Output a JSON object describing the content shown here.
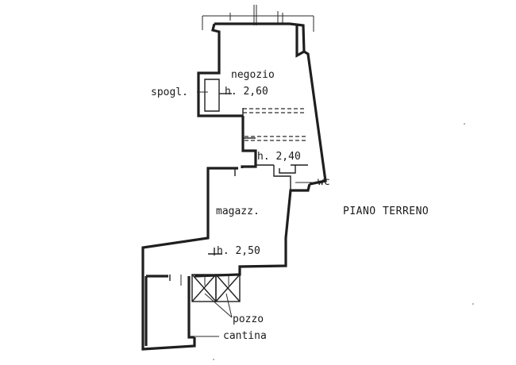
{
  "plan": {
    "title": "PIANO TERRENO",
    "rooms": {
      "negozio": {
        "name": "negozio",
        "height": "h. 2,60"
      },
      "corridor": {
        "height": "h. 2,40"
      },
      "magazz": {
        "name": "magazz.",
        "height": "h. 2,50"
      }
    },
    "callouts": {
      "spogl": "spogl.",
      "wc": "wc",
      "pozzo": "pozzo",
      "cantina": "cantina"
    }
  }
}
